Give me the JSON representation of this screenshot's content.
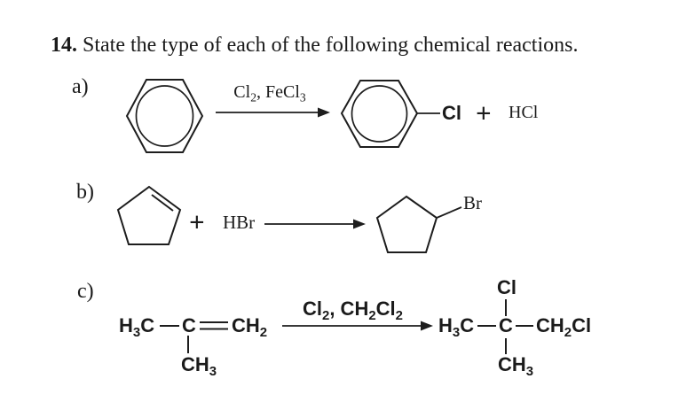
{
  "title": {
    "number": "14.",
    "text": " State the type of each of the following chemical reactions."
  },
  "sections": {
    "a": {
      "label": "a)",
      "arrow_reagents": [
        {
          "t": "Cl"
        },
        {
          "t": "2",
          "sub": true
        },
        {
          "t": ", FeCl"
        },
        {
          "t": "3",
          "sub": true
        }
      ],
      "product_substituent": "Cl",
      "plus": "+",
      "byproduct": "HCl"
    },
    "b": {
      "label": "b)",
      "plus": "+",
      "reagent": "HBr",
      "product_substituent": "Br"
    },
    "c": {
      "label": "c)",
      "reactant": {
        "left": [
          {
            "t": "H"
          },
          {
            "t": "3",
            "sub": true
          },
          {
            "t": "C"
          }
        ],
        "center": [
          {
            "t": "C"
          }
        ],
        "right": [
          {
            "t": "CH"
          },
          {
            "t": "2",
            "sub": true
          }
        ],
        "below": [
          {
            "t": "CH"
          },
          {
            "t": "3",
            "sub": true
          }
        ]
      },
      "arrow_reagents": [
        {
          "t": "Cl"
        },
        {
          "t": "2",
          "sub": true
        },
        {
          "t": ", CH"
        },
        {
          "t": "2",
          "sub": true
        },
        {
          "t": "Cl"
        },
        {
          "t": "2",
          "sub": true
        }
      ],
      "product": {
        "above": [
          {
            "t": "Cl"
          }
        ],
        "left": [
          {
            "t": "H"
          },
          {
            "t": "3",
            "sub": true
          },
          {
            "t": "C"
          }
        ],
        "center": [
          {
            "t": "C"
          }
        ],
        "right": [
          {
            "t": "CH"
          },
          {
            "t": "2",
            "sub": true
          },
          {
            "t": "Cl"
          }
        ],
        "below": [
          {
            "t": "CH"
          },
          {
            "t": "3",
            "sub": true
          }
        ]
      }
    }
  },
  "colors": {
    "ink": "#1b1b1b",
    "background": "#ffffff"
  }
}
